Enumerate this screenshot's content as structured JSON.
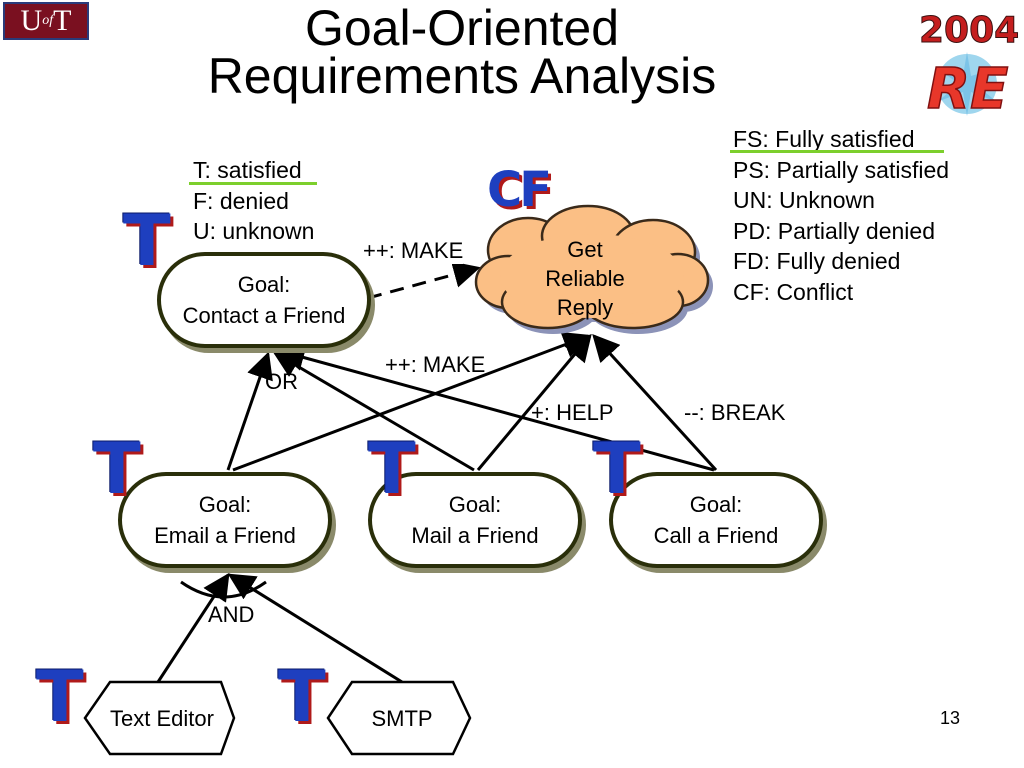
{
  "title": {
    "line1": "Goal-Oriented",
    "line2": "Requirements Analysis"
  },
  "logos": {
    "uoft": {
      "u": "U",
      "of": "of",
      "t": "T"
    },
    "re2004": {
      "year": "2004",
      "letters": "RE"
    }
  },
  "values_legend": [
    {
      "code": "T",
      "label": "T: satisfied"
    },
    {
      "code": "F",
      "label": "F: denied"
    },
    {
      "code": "U",
      "label": "U: unknown"
    }
  ],
  "labels_legend": [
    {
      "code": "FS",
      "label": "FS: Fully satisfied"
    },
    {
      "code": "PS",
      "label": "PS: Partially satisfied"
    },
    {
      "code": "UN",
      "label": "UN: Unknown"
    },
    {
      "code": "PD",
      "label": "PD: Partially denied"
    },
    {
      "code": "FD",
      "label": "FD: Fully denied"
    },
    {
      "code": "CF",
      "label": "CF: Conflict"
    }
  ],
  "nodes": {
    "contact": {
      "line1": "Goal:",
      "line2": "Contact a Friend",
      "label": "T"
    },
    "email": {
      "line1": "Goal:",
      "line2": "Email a Friend",
      "label": "T"
    },
    "mail": {
      "line1": "Goal:",
      "line2": "Mail a Friend",
      "label": "T"
    },
    "call": {
      "line1": "Goal:",
      "line2": "Call a Friend",
      "label": "T"
    },
    "reply": {
      "line1": "Get",
      "line2": "Reliable",
      "line3": "Reply",
      "label": "CF"
    },
    "editor": {
      "text": "Text Editor",
      "label": "T"
    },
    "smtp": {
      "text": "SMTP",
      "label": "T"
    }
  },
  "link_labels": {
    "make_contact": "++: MAKE",
    "make_email": "++: MAKE",
    "help": "+: HELP",
    "break": "--: BREAK",
    "or": "OR",
    "and": "AND"
  },
  "colors": {
    "legend_underline": "#7ccf2c",
    "cloud_fill": "#fbbf85",
    "logo_blue": "#1e3fbf",
    "logo_red": "#b01a1a"
  },
  "page_number": "13"
}
